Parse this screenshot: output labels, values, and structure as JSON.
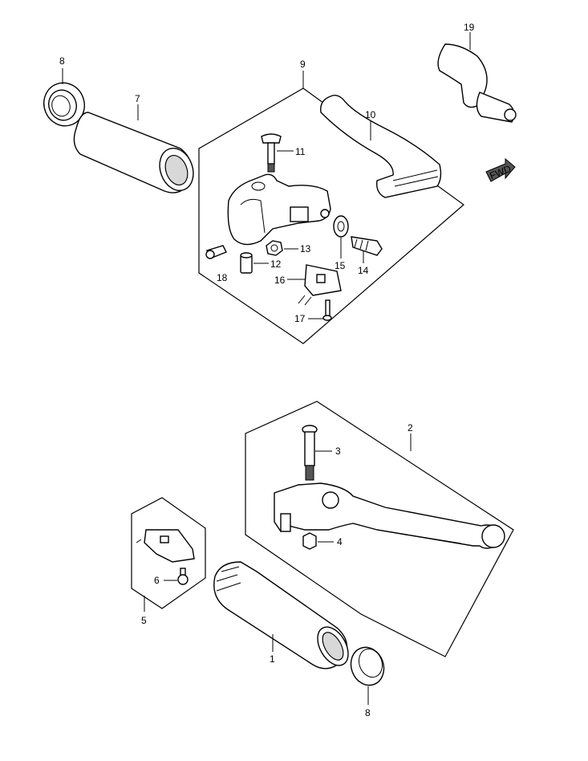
{
  "parts": {
    "p1": "1",
    "p2": "2",
    "p3": "3",
    "p4": "4",
    "p5": "5",
    "p6": "6",
    "p7": "7",
    "p8_top": "8",
    "p8_bottom": "8",
    "p9": "9",
    "p10": "10",
    "p11": "11",
    "p12": "12",
    "p13": "13",
    "p14": "14",
    "p15": "15",
    "p16": "16",
    "p17": "17",
    "p18": "18",
    "p19": "19"
  },
  "fwd_arrow": "FWD"
}
